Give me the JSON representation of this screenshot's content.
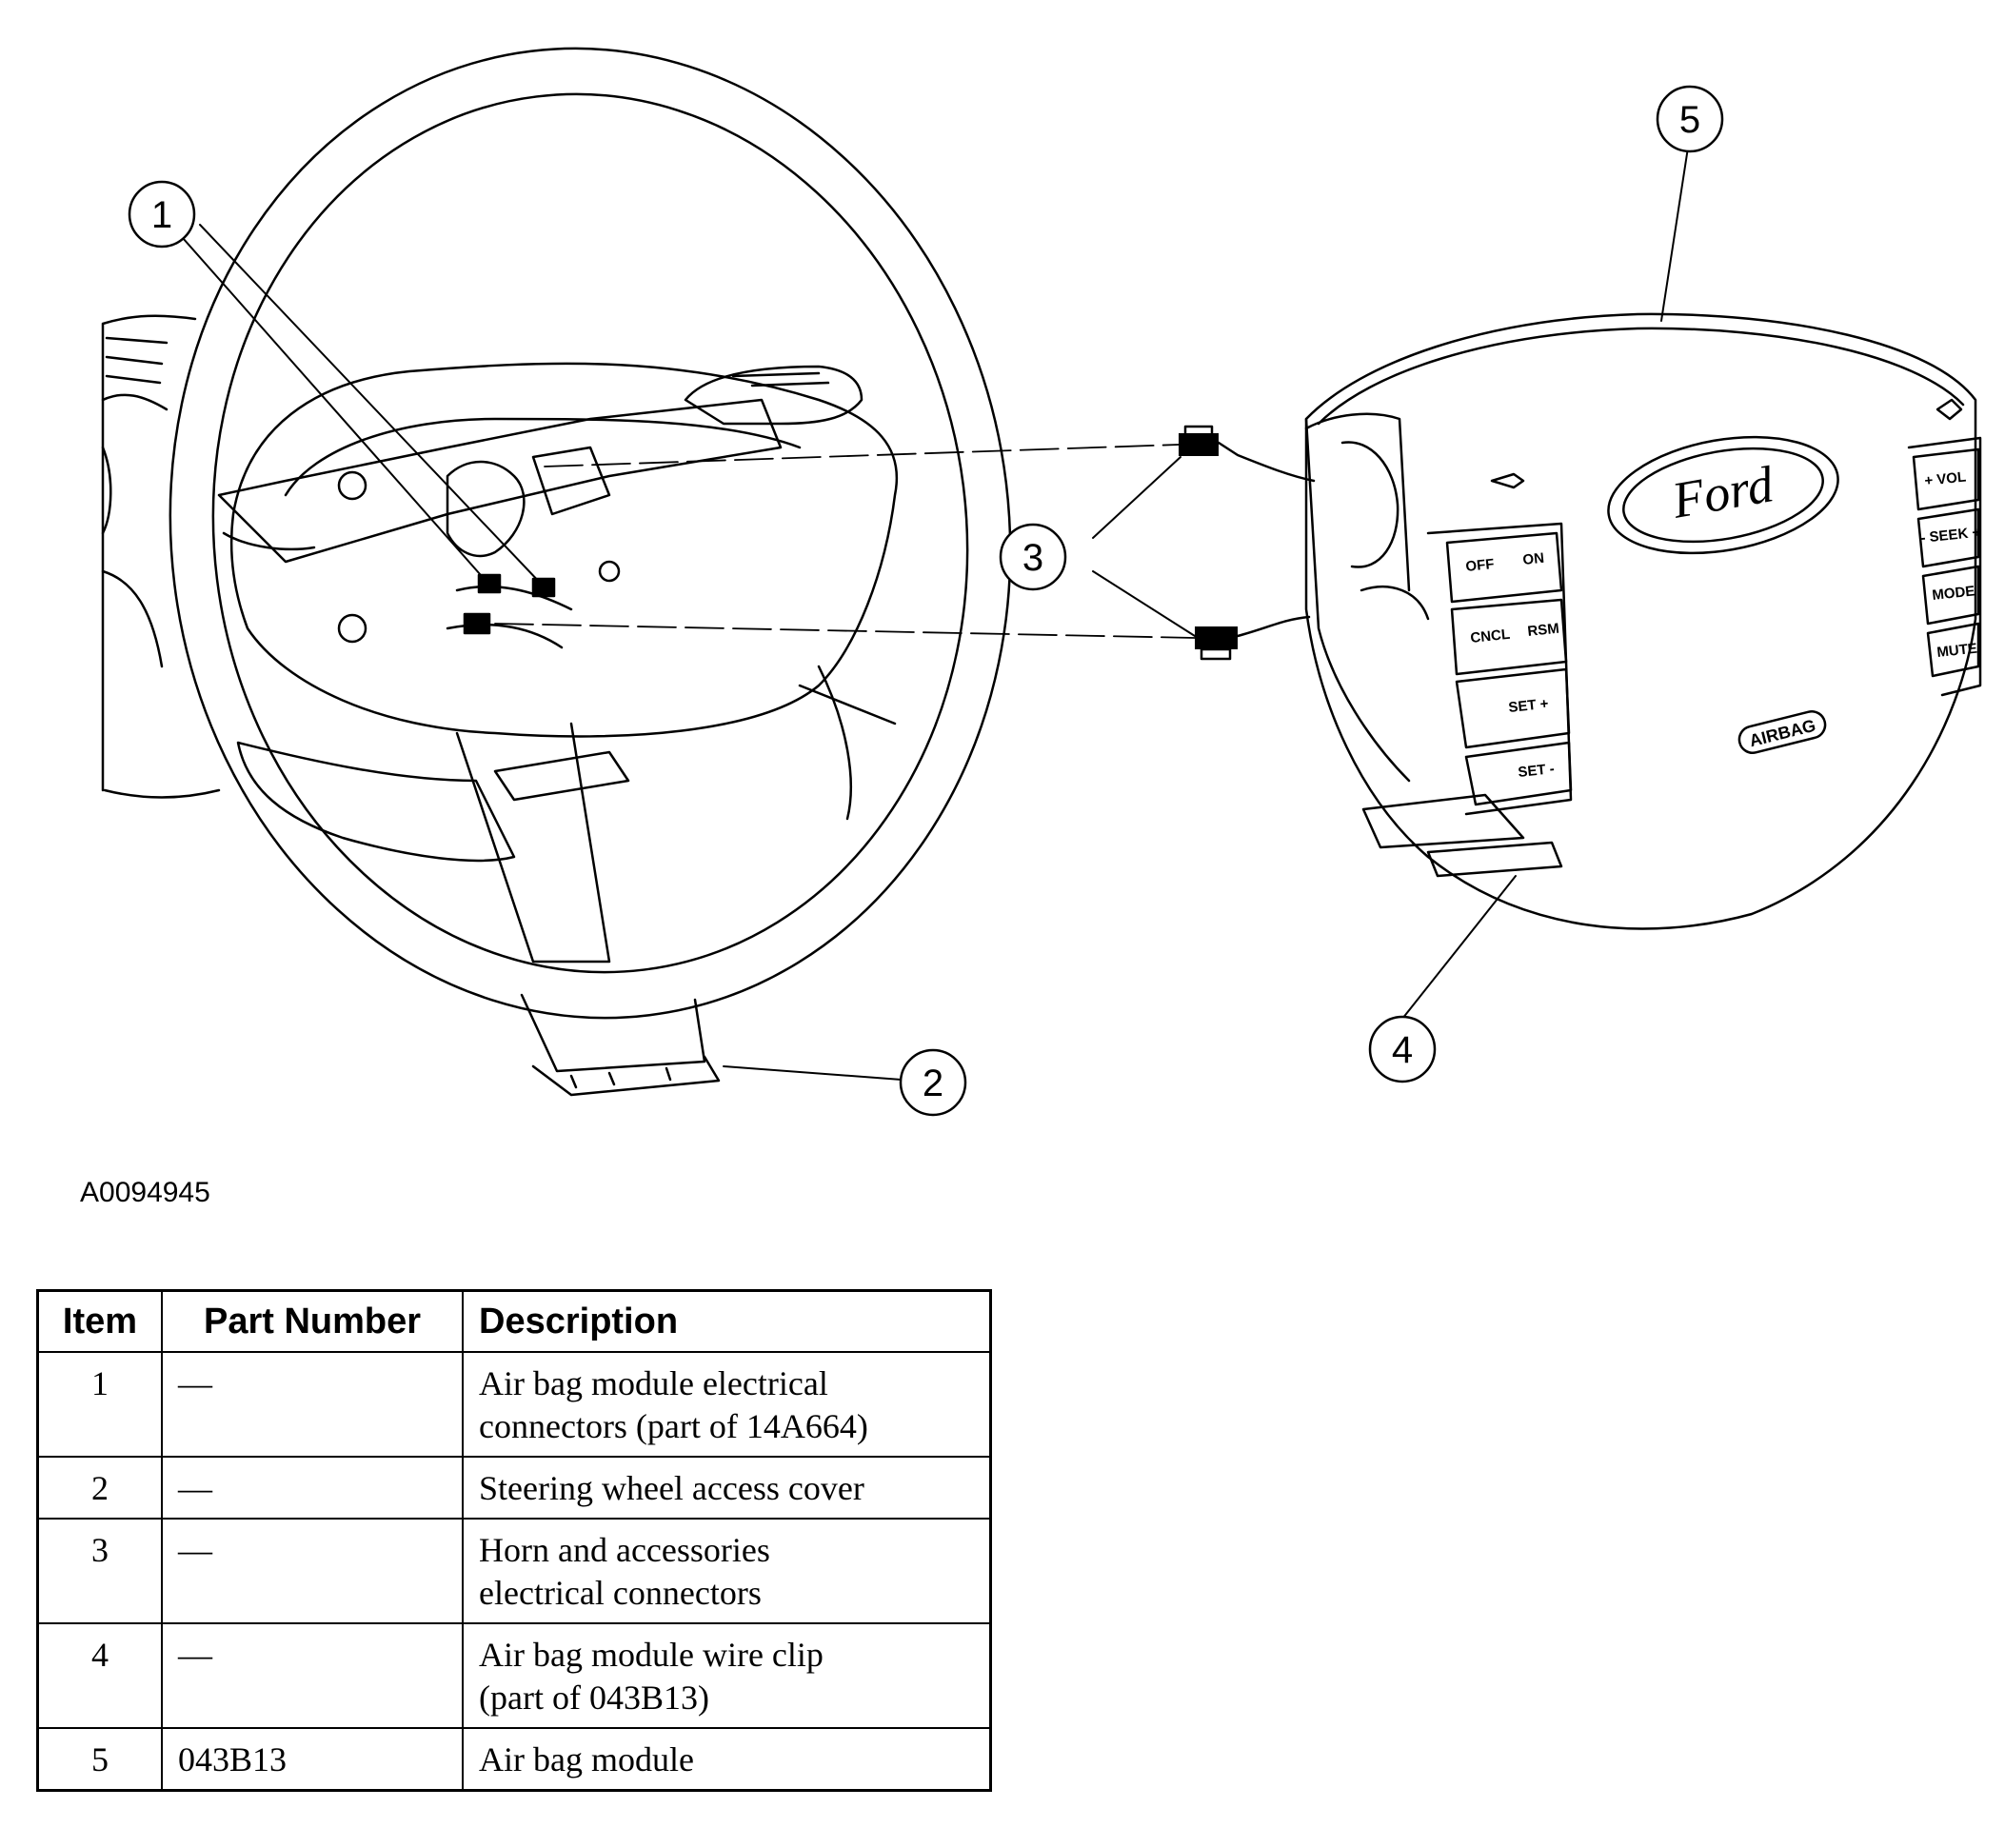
{
  "figure": {
    "id": "A0094945",
    "callouts": [
      "1",
      "2",
      "3",
      "4",
      "5"
    ],
    "logo_text": "Ford",
    "airbag_badge": "AIRBAG",
    "switch_labels": {
      "left": [
        "OFF",
        "ON",
        "CNCL",
        "RSM",
        "SET +",
        "SET -"
      ],
      "right": [
        "+ VOL",
        "- SEEK +",
        "MODE",
        "MUTE"
      ]
    }
  },
  "table": {
    "headers": {
      "item": "Item",
      "part": "Part Number",
      "desc": "Description"
    },
    "rows": [
      {
        "item": "1",
        "part": "—",
        "desc": "Air bag module electrical\nconnectors (part of 14A664)"
      },
      {
        "item": "2",
        "part": "—",
        "desc": "Steering wheel access cover"
      },
      {
        "item": "3",
        "part": "—",
        "desc": "Horn and accessories\nelectrical connectors"
      },
      {
        "item": "4",
        "part": "—",
        "desc": "Air bag module wire clip\n(part of 043B13)"
      },
      {
        "item": "5",
        "part": "043B13",
        "desc": "Air bag module"
      }
    ]
  }
}
